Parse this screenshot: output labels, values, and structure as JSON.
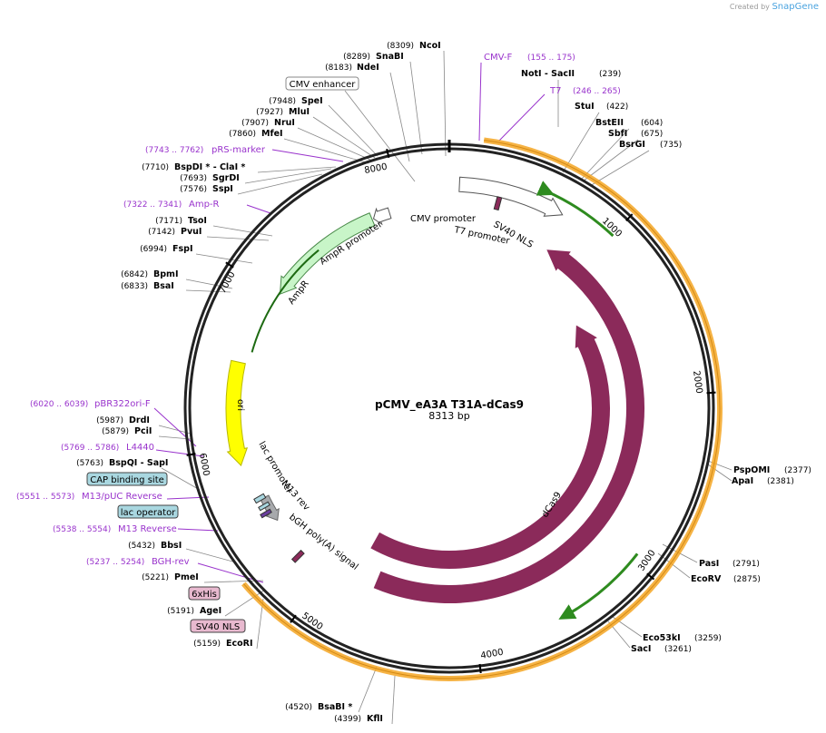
{
  "credit": {
    "prefix": "Created by",
    "brand": "SnapGene"
  },
  "title": "pCMV_eA3A T31A-dCas9",
  "size_label": "8313 bp",
  "total_bp": 8313,
  "colors": {
    "backbone": "#222222",
    "enzyme_label": "#000000",
    "primer": "#9933cc",
    "cds": "#8b2a5a",
    "promoter": "#ffffff",
    "ampr": "#c8f5c8",
    "ori": "#ffff00",
    "polya": "#a7a9ac",
    "misc_feature": "#a9d7e0",
    "orange_band": "#f5a623",
    "green_arrow": "#2e8b1f",
    "leader": "#888888"
  },
  "tick_labels": [
    "1000",
    "2000",
    "3000",
    "4000",
    "5000",
    "6000",
    "7000",
    "8000"
  ],
  "enzymes": [
    {
      "pos": "(8309)",
      "name": "NcoI"
    },
    {
      "pos": "(8289)",
      "name": "SnaBI"
    },
    {
      "pos": "(8183)",
      "name": "NdeI"
    },
    {
      "pos": "(7948)",
      "name": "SpeI"
    },
    {
      "pos": "(7927)",
      "name": "MluI"
    },
    {
      "pos": "(7907)",
      "name": "NruI"
    },
    {
      "pos": "(7860)",
      "name": "MfeI"
    },
    {
      "pos": "(7710)",
      "name": "BspDI * - ClaI *"
    },
    {
      "pos": "(7693)",
      "name": "SgrDI"
    },
    {
      "pos": "(7576)",
      "name": "SspI"
    },
    {
      "pos": "(7171)",
      "name": "TsoI"
    },
    {
      "pos": "(7142)",
      "name": "PvuI"
    },
    {
      "pos": "(6994)",
      "name": "FspI"
    },
    {
      "pos": "(6842)",
      "name": "BpmI"
    },
    {
      "pos": "(6833)",
      "name": "BsaI"
    },
    {
      "pos": "(5987)",
      "name": "DrdI"
    },
    {
      "pos": "(5879)",
      "name": "PciI"
    },
    {
      "pos": "(5763)",
      "name": "BspQI - SapI"
    },
    {
      "pos": "(5432)",
      "name": "BbsI"
    },
    {
      "pos": "(5221)",
      "name": "PmeI"
    },
    {
      "pos": "(5191)",
      "name": "AgeI"
    },
    {
      "pos": "(5159)",
      "name": "EcoRI"
    },
    {
      "pos": "(4520)",
      "name": "BsaBI *"
    },
    {
      "pos": "(4399)",
      "name": "KflI"
    },
    {
      "pos": "(239)",
      "name": "NotI - SacII"
    },
    {
      "pos": "(422)",
      "name": "StuI"
    },
    {
      "pos": "(604)",
      "name": "BstEII"
    },
    {
      "pos": "(675)",
      "name": "SbfI"
    },
    {
      "pos": "(735)",
      "name": "BsrGI"
    },
    {
      "pos": "(2377)",
      "name": "PspOMI"
    },
    {
      "pos": "(2381)",
      "name": "ApaI"
    },
    {
      "pos": "(2791)",
      "name": "PasI"
    },
    {
      "pos": "(2875)",
      "name": "EcoRV"
    },
    {
      "pos": "(3259)",
      "name": "Eco53kI"
    },
    {
      "pos": "(3261)",
      "name": "SacI"
    }
  ],
  "primers": [
    {
      "label": "CMV-F",
      "range": "(155 .. 175)"
    },
    {
      "label": "T7",
      "range": "(246 .. 265)"
    },
    {
      "label": "pRS-marker",
      "range": "(7743 .. 7762)"
    },
    {
      "label": "Amp-R",
      "range": "(7322 .. 7341)"
    },
    {
      "label": "pBR322ori-F",
      "range": "(6020 .. 6039)"
    },
    {
      "label": "L4440",
      "range": "(5769 .. 5786)"
    },
    {
      "label": "M13/pUC Reverse",
      "range": "(5551 .. 5573)"
    },
    {
      "label": "M13 Reverse",
      "range": "(5538 .. 5554)"
    },
    {
      "label": "BGH-rev",
      "range": "(5237 .. 5254)"
    }
  ],
  "boxed_labels": [
    {
      "label": "CMV enhancer"
    },
    {
      "label": "CAP binding site"
    },
    {
      "label": "lac operator"
    },
    {
      "label": "6xHis"
    },
    {
      "label": "SV40 NLS"
    }
  ],
  "features": [
    {
      "label": "CMV promoter"
    },
    {
      "label": "T7 promoter"
    },
    {
      "label": "SV40 NLS"
    },
    {
      "label": "AmpR promoter"
    },
    {
      "label": "AmpR"
    },
    {
      "label": "ori"
    },
    {
      "label": "lac promoter"
    },
    {
      "label": "M13 rev"
    },
    {
      "label": "bGH poly(A) signal"
    },
    {
      "label": "dCas9"
    },
    {
      "label": "Cas9"
    }
  ]
}
